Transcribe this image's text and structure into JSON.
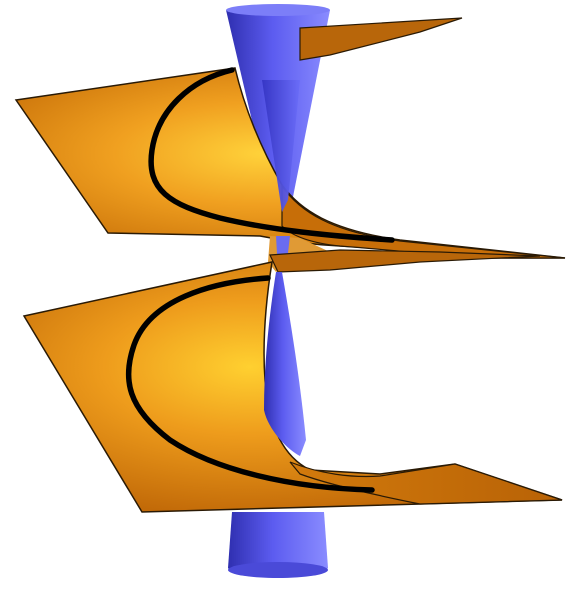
{
  "figure": {
    "background": "#ffffff",
    "surface_color": "#e28a12",
    "surface_highlight": "#ffd23a",
    "surface_edge": "#2a1a05",
    "cone_color": "#5555ee",
    "cone_dark": "#2f2fb0",
    "cone_light": "#8a8cff",
    "curve_color": "#000000",
    "elements": [
      "helicoid-surface",
      "cone",
      "curve"
    ]
  }
}
